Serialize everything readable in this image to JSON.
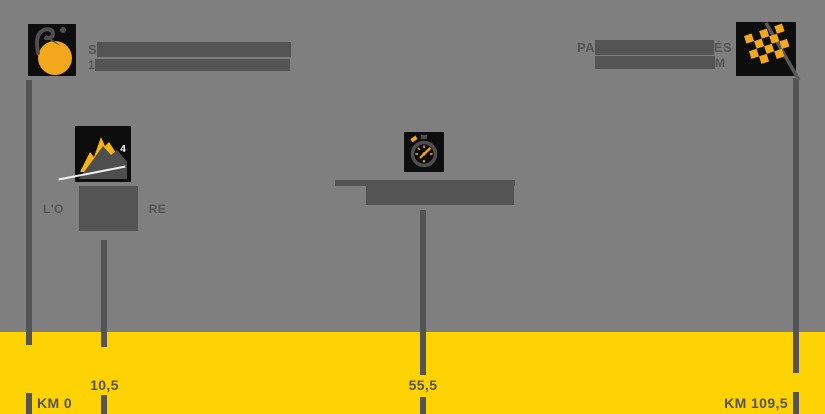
{
  "colors": {
    "background": "#7F7F7F",
    "foreground_dark": "#545454",
    "band_yellow": "#FFD303",
    "icon_accent_orange": "#F2A71D",
    "icon_background_black": "#0D0D0D",
    "road_white": "#FFFFFF"
  },
  "start": {
    "icon": "start-cyclist-icon",
    "line1_visible": "S",
    "line2_visible": "1",
    "km_label": "KM 0"
  },
  "climb": {
    "icon": "category-4-climb-icon",
    "category": "4",
    "label_prefix": "L'O",
    "label_suffix": "RE",
    "km_label": "10,5"
  },
  "time_check": {
    "icon": "stopwatch-icon",
    "km_label": "55,5"
  },
  "finish": {
    "icon": "finish-checkered-flag-icon",
    "line1_prefix": "PA",
    "line1_suffix": "ÉS",
    "line2_suffix": "M",
    "km_label": "KM 109,5"
  },
  "scale": {
    "points_km": [
      "0",
      "10,5",
      "55,5",
      "109,5"
    ]
  }
}
